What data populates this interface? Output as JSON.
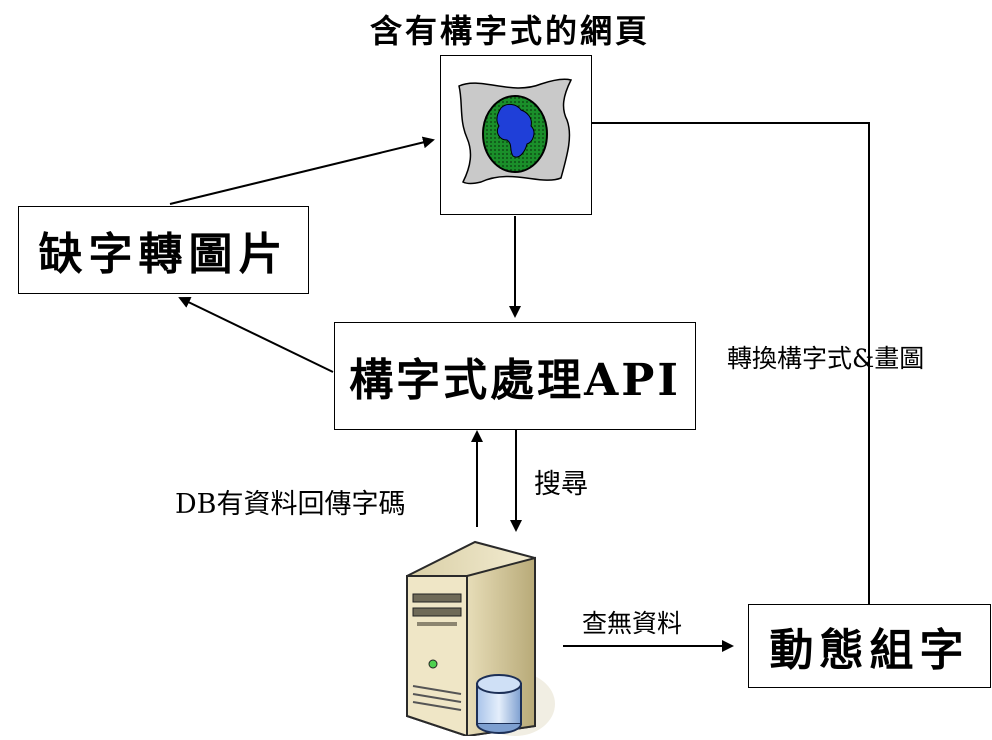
{
  "title": "含有構字式的網頁",
  "nodes": {
    "missing_to_image": "缺字轉圖片",
    "api": "構字式處理API",
    "dynamic": "動態組字"
  },
  "edges": {
    "convert_draw": "轉換構字式&畫圖",
    "search": "搜尋",
    "db_return": "DB有資料回傳字碼",
    "not_found": "查無資料"
  },
  "icons": {
    "webpage": "webpage-globe-icon",
    "server": "server-database-icon"
  }
}
